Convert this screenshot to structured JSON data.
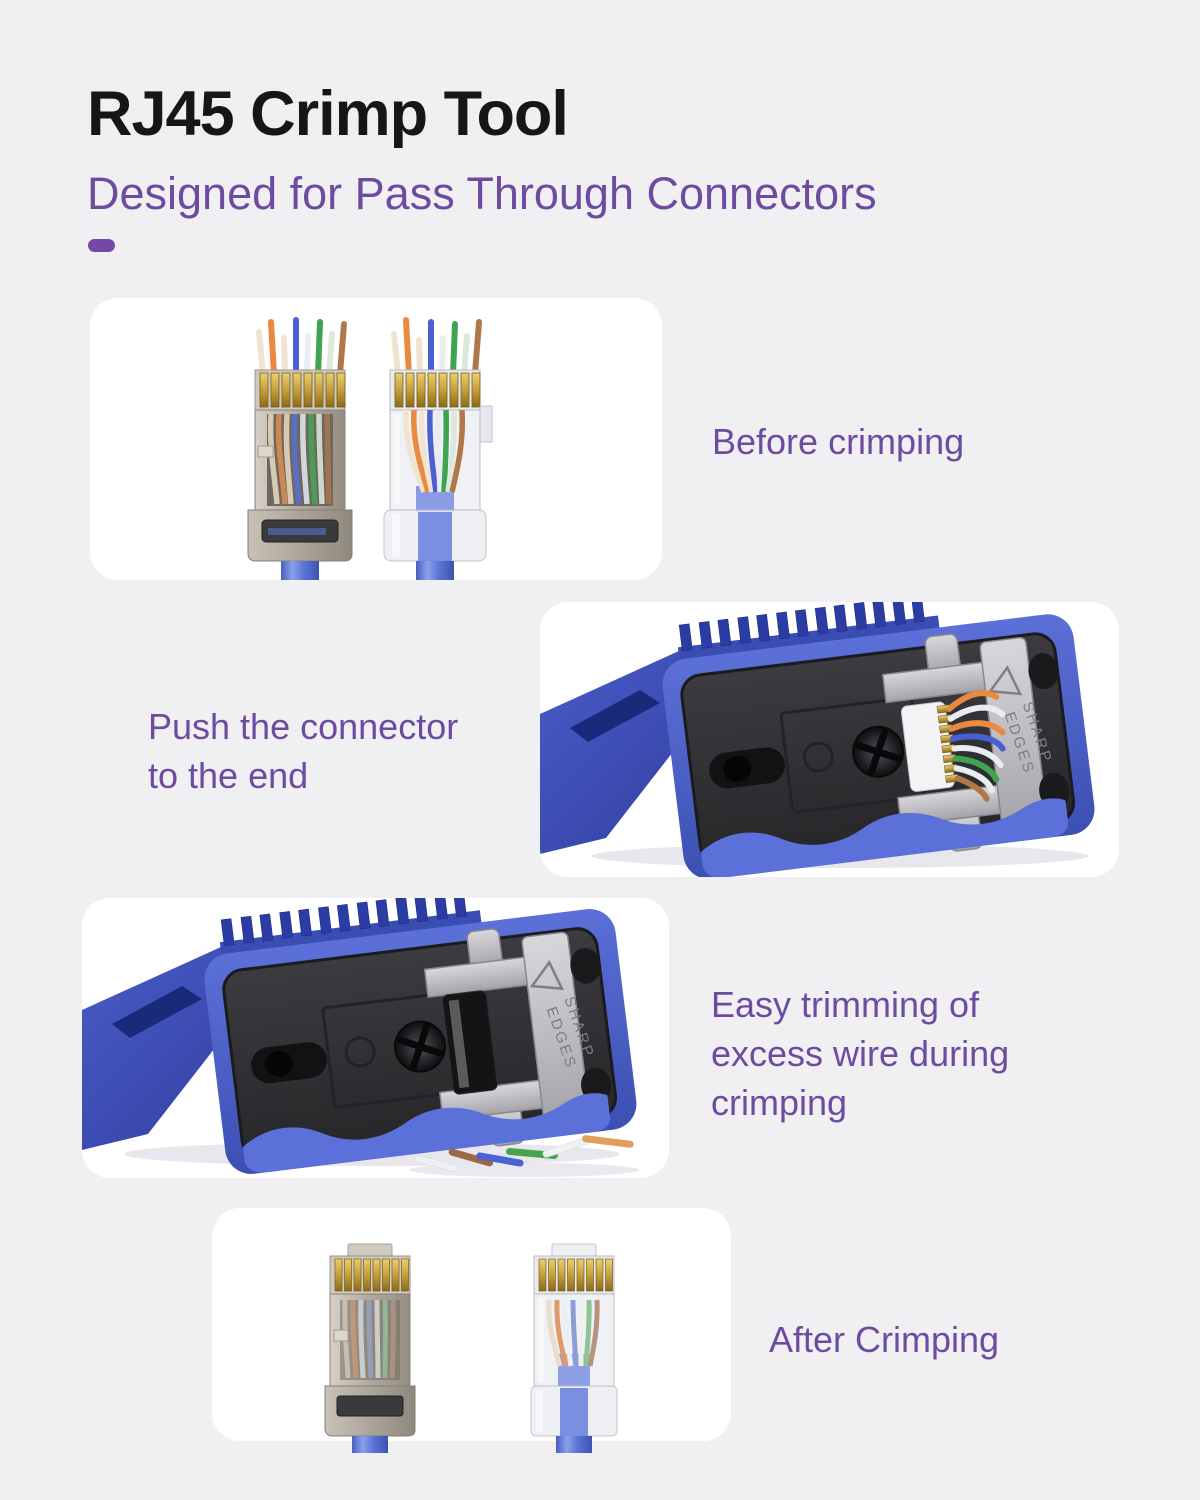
{
  "header": {
    "title": "RJ45 Crimp Tool",
    "subtitle": "Designed for Pass Through Connectors"
  },
  "steps": [
    {
      "name": "before-crimping",
      "lines": [
        "Before crimping"
      ]
    },
    {
      "name": "push-connector",
      "lines": [
        "Push the connector",
        "to the end"
      ]
    },
    {
      "name": "easy-trimming",
      "lines": [
        "Easy trimming of",
        "excess wire during",
        "crimping"
      ]
    },
    {
      "name": "after-crimping",
      "lines": [
        "After Crimping"
      ]
    }
  ],
  "tool": {
    "engraving": [
      "SHARP",
      "EDGES"
    ]
  },
  "colors": {
    "background": "#f0f0f3",
    "panel": "#ffffff",
    "title_text": "#161616",
    "accent_purple": "#6d4ba1",
    "cable_blue": "#5b74d6",
    "tool_blue": "#4a5ec6",
    "tool_face_gray": "#313134",
    "wire_orange": "#ea8a40",
    "wire_blue": "#4a5fd2",
    "wire_green": "#3fa351",
    "wire_brown": "#b07848"
  }
}
